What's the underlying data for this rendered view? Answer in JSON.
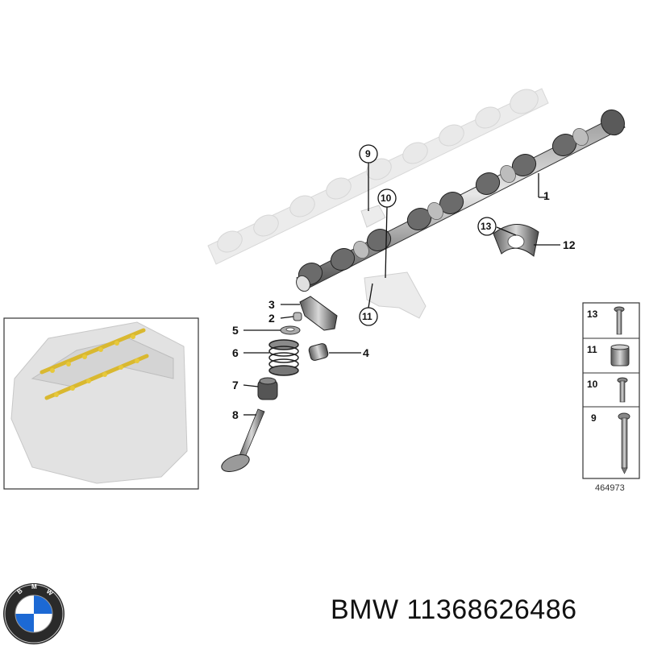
{
  "diagram": {
    "callouts": {
      "c1": "1",
      "c2": "2",
      "c3": "3",
      "c4": "4",
      "c5": "5",
      "c6": "6",
      "c7": "7",
      "c8": "8",
      "c9": "9",
      "c10": "10",
      "c11": "11",
      "c12": "12",
      "c13": "13"
    },
    "legend": {
      "items": [
        "13",
        "11",
        "10",
        "9"
      ],
      "ref_number": "464973"
    }
  },
  "footer": {
    "brand": "BMW",
    "part_number": "11368626486",
    "logo_letters": "BMW"
  },
  "colors": {
    "bmw_blue": "#1c69d4",
    "metal_dark": "#555555",
    "ghost": "#e6e6e6",
    "highlight": "#e7c83a"
  }
}
